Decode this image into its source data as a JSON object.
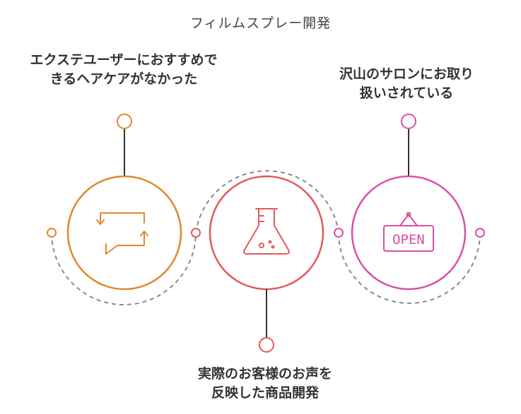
{
  "title": "フィルムスプレー開発",
  "steps": [
    {
      "label_line1": "エクステユーザーにおすすめで",
      "label_line2": "きるヘアケアがなかった",
      "icon": "chat-arrows-icon",
      "color": "#e0882a"
    },
    {
      "label_line1": "実際のお客様のお声を",
      "label_line2": "反映した商品開発",
      "icon": "flask-icon",
      "color": "#e25a5a"
    },
    {
      "label_line1": "沢山のサロンにお取り",
      "label_line2": "扱いされている",
      "icon": "open-sign-icon",
      "color": "#d94fa8"
    }
  ],
  "open_sign_text": "OPEN",
  "connector_color": "#8a8a8a"
}
